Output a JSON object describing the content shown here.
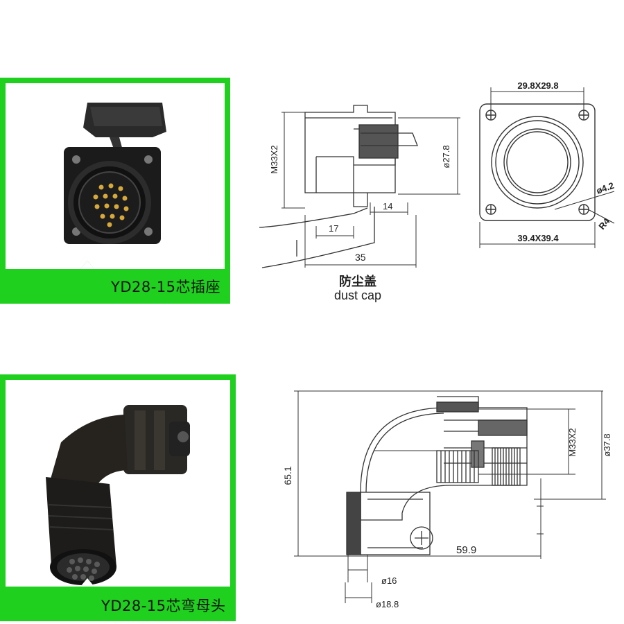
{
  "product_1": {
    "caption": "YD28-15芯插座",
    "drawing_side": {
      "thread_label": "M33X2",
      "diameter_label": "ø27.8",
      "dim_17": "17",
      "dim_14": "14",
      "dim_35": "35",
      "dust_cap_cn": "防尘盖",
      "dust_cap_en": "dust cap"
    },
    "drawing_front": {
      "hole_spacing": "29.8X29.8",
      "flange_size": "39.4X39.4",
      "hole_diameter": "ø4.2",
      "corner_radius": "R4"
    }
  },
  "product_2": {
    "caption": "YD28-15芯弯母头",
    "drawing": {
      "height": "65.1",
      "thread_label": "M33X2",
      "diameter_label": "ø37.8",
      "length": "59.9",
      "cable_inner": "ø16",
      "cable_outer": "ø18.8"
    }
  },
  "colors": {
    "panel_green": "#1fd01f",
    "line": "#333333"
  }
}
